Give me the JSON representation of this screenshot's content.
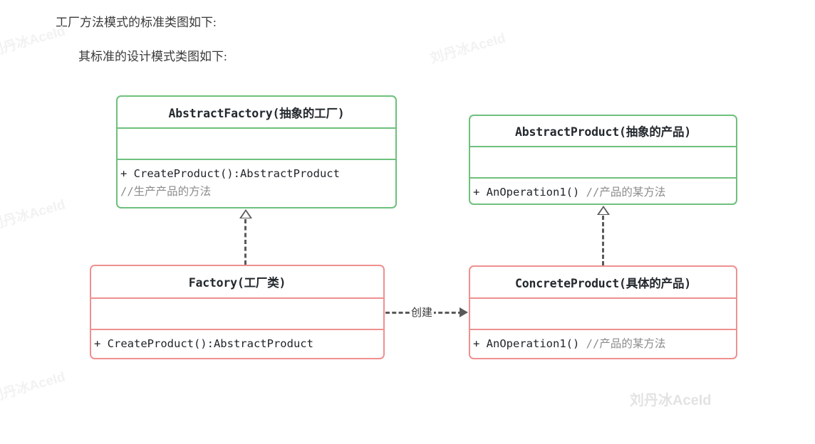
{
  "prose": {
    "line1": "工厂方法模式的标准类图如下:",
    "line2": "其标准的设计模式类图如下:"
  },
  "watermark": {
    "text": "刘丹冰AceId"
  },
  "colors": {
    "abstract_border": "#6ec07c",
    "concrete_border": "#ef9090",
    "connector": "#5a5a5a",
    "comment_text": "#8c8c8c",
    "body_text": "#1f2328",
    "background": "#ffffff"
  },
  "diagram": {
    "type": "uml-class-diagram",
    "classes": [
      {
        "id": "abstract-factory",
        "title": "AbstractFactory(抽象的工厂)",
        "stereotype": "abstract",
        "border_color": "#6ec07c",
        "attributes": [],
        "operations": [
          {
            "signature": "+ CreateProduct():AbstractProduct",
            "comment": ""
          },
          {
            "signature": "",
            "comment": "//生产产品的方法"
          }
        ]
      },
      {
        "id": "abstract-product",
        "title": "AbstractProduct(抽象的产品)",
        "stereotype": "abstract",
        "border_color": "#6ec07c",
        "attributes": [],
        "operations": [
          {
            "signature": "+ AnOperation1()",
            "comment": "//产品的某方法"
          }
        ]
      },
      {
        "id": "factory",
        "title": "Factory(工厂类)",
        "stereotype": "concrete",
        "border_color": "#ef9090",
        "attributes": [],
        "operations": [
          {
            "signature": "+ CreateProduct():AbstractProduct",
            "comment": ""
          }
        ]
      },
      {
        "id": "concrete-product",
        "title": "ConcreteProduct(具体的产品)",
        "stereotype": "concrete",
        "border_color": "#ef9090",
        "attributes": [],
        "operations": [
          {
            "signature": "+ AnOperation1()",
            "comment": "//产品的某方法"
          }
        ]
      }
    ],
    "relations": [
      {
        "id": "rel-factory-realizes",
        "from": "factory",
        "to": "abstract-factory",
        "kind": "realization",
        "label": ""
      },
      {
        "id": "rel-product-realizes",
        "from": "concrete-product",
        "to": "abstract-product",
        "kind": "realization",
        "label": ""
      },
      {
        "id": "rel-creates",
        "from": "factory",
        "to": "concrete-product",
        "kind": "dependency",
        "label": "创建"
      }
    ]
  }
}
